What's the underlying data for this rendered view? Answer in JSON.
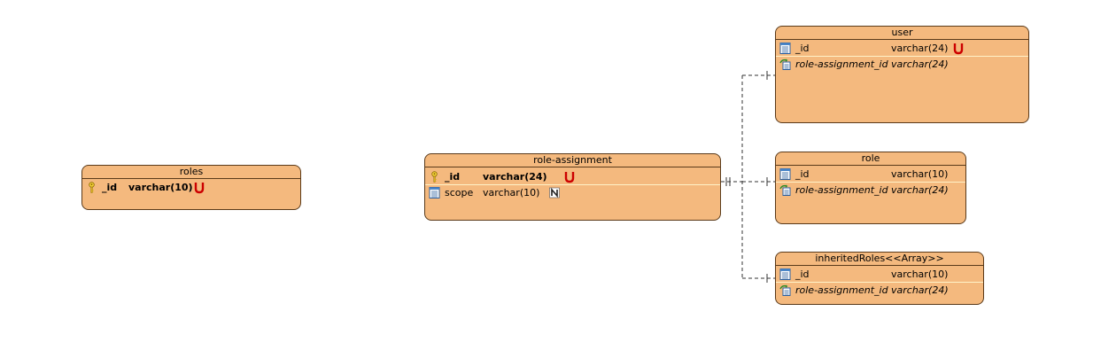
{
  "entities": {
    "roles": {
      "title": "roles",
      "columns": [
        {
          "name": "_id",
          "type": "varchar(10)",
          "flag": "U",
          "key": "pk"
        }
      ]
    },
    "role_assignment": {
      "title": "role-assignment",
      "columns": [
        {
          "name": "_id",
          "type": "varchar(24)",
          "flag": "U",
          "key": "pk"
        },
        {
          "name": "scope",
          "type": "varchar(10)",
          "flag": "N",
          "key": "col"
        }
      ]
    },
    "user": {
      "title": "user",
      "columns": [
        {
          "name": "_id",
          "type": "varchar(24)",
          "flag": "U",
          "key": "col"
        },
        {
          "name": "role-assignment_id",
          "type": "varchar(24)",
          "flag": "",
          "key": "fk"
        }
      ]
    },
    "role": {
      "title": "role",
      "columns": [
        {
          "name": "_id",
          "type": "varchar(10)",
          "flag": "",
          "key": "col"
        },
        {
          "name": "role-assignment_id",
          "type": "varchar(24)",
          "flag": "",
          "key": "fk"
        }
      ]
    },
    "inheritedRoles": {
      "title": "inheritedRoles<<Array>>",
      "columns": [
        {
          "name": "_id",
          "type": "varchar(10)",
          "flag": "",
          "key": "col"
        },
        {
          "name": "role-assignment_id",
          "type": "varchar(24)",
          "flag": "",
          "key": "fk"
        }
      ]
    }
  },
  "colors": {
    "entity_fill": "#f4b97e",
    "entity_border": "#5a3a1a",
    "unique_flag": "#cc0000",
    "connector": "#333333"
  },
  "icons": {
    "pk": "key-icon",
    "col": "column-icon",
    "fk": "foreign-key-icon"
  }
}
